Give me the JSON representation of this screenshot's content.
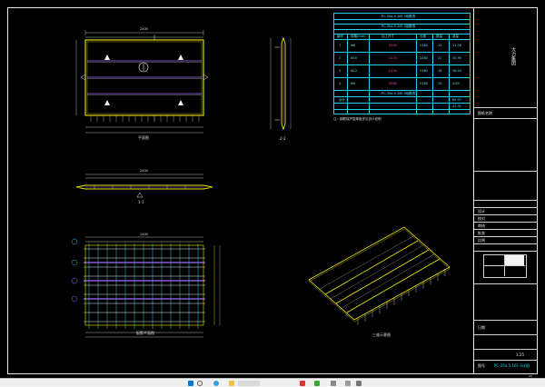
{
  "drawing": {
    "views": {
      "top_plan_label": "平面图",
      "section_11_label": "1-1",
      "section_22_label": "2-2",
      "rebar_plan_label": "配筋平面图",
      "iso_label": "三维示意图"
    },
    "dimensions": {
      "top_width": "2400",
      "bottom_width": "2400",
      "section_width": "2400"
    }
  },
  "schedule": {
    "title": "PC-35a-5.16F-3钢筋表",
    "sub_title_1": "PC-35a-5.16F-3钢筋表",
    "sub_title_2": "PC-35a-5.16F-3钢筋表",
    "headers": [
      "编号",
      "规格(mm)",
      "加工尺寸",
      "长度",
      "数量",
      "重量"
    ],
    "rows": [
      [
        "1",
        "Φ8",
        "2200",
        "2380",
        "12",
        "11.28"
      ],
      [
        "2",
        "Φ10",
        "2220",
        "2280",
        "22",
        "30.95"
      ],
      [
        "3",
        "Φ12",
        "2100",
        "2380",
        "18",
        "38.04"
      ],
      [
        "4",
        "Φ6",
        "2000",
        "2160",
        "10",
        "4.80"
      ]
    ],
    "footer_rows": [
      [
        "合计",
        "",
        "",
        "",
        "",
        "85.07"
      ],
      [
        "",
        "",
        "",
        "",
        "",
        "42.31"
      ]
    ],
    "note": "注：钢筋保护层厚度详见设计说明"
  },
  "title_block": {
    "company": "大力集团",
    "field_drawing_name": "图纸名称",
    "field_design": "设计",
    "field_check": "校对",
    "field_review": "审核",
    "field_approve": "批准",
    "field_scale": "比例",
    "field_date": "日期",
    "field_no": "图号",
    "drawing_number": "PC-35a-5.16F-3详图",
    "scale_value": "1:25",
    "sheet_label": "A3"
  },
  "taskbar": {
    "search_placeholder": "",
    "apps": [
      "windows-logo-icon",
      "search-icon",
      "edge-icon",
      "folder-icon",
      "app-icon"
    ],
    "clock": ""
  },
  "colors": {
    "cad_yellow": "#f2e600",
    "cad_cyan": "#22d0e8",
    "cad_purple": "#9b6cff",
    "cad_white": "#e6e6e6",
    "cad_gray": "#b9b9b9"
  }
}
